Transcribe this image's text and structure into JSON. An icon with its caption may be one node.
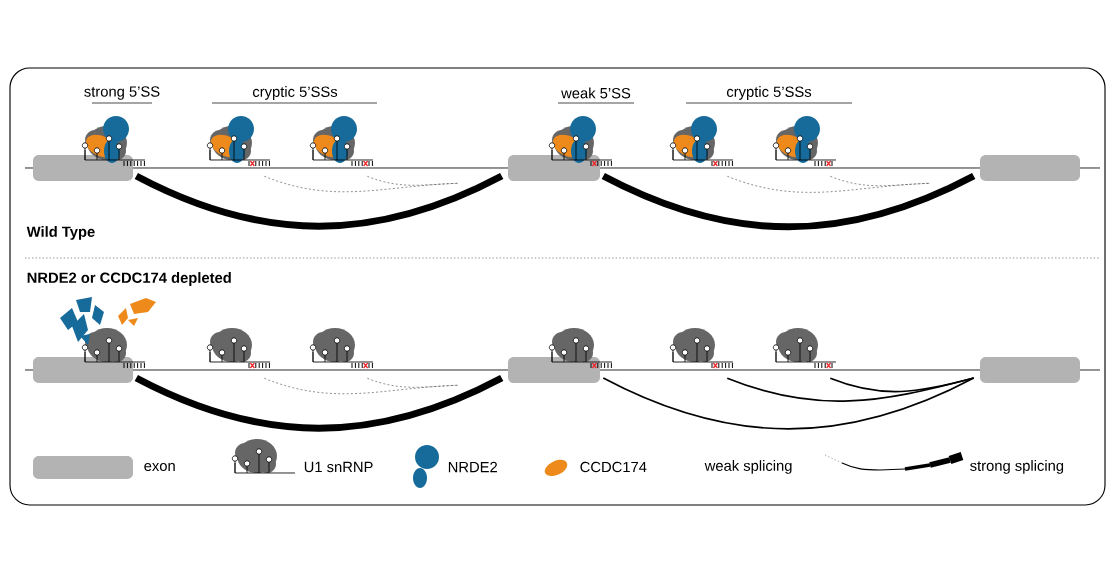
{
  "diagram": {
    "nodes": [
      {
        "text": [],
        "shape": "box"
      },
      {
        "text": [],
        "shape": "picture"
      },
      {
        "text": [],
        "shape": "picture"
      },
      {
        "text": [],
        "shape": "picture"
      },
      {
        "text": [],
        "shape": "box"
      },
      {
        "text": [],
        "shape": "picture"
      },
      {
        "text": [],
        "shape": "picture"
      },
      {
        "text": [],
        "shape": "picture"
      },
      {
        "text": [],
        "shape": "box"
      },
      {
        "text": [],
        "shape": "box"
      },
      {
        "text": [],
        "shape": "picture"
      },
      {
        "text": [],
        "shape": "picture"
      },
      {
        "text": [],
        "shape": "picture"
      },
      {
        "text": [],
        "shape": "box"
      },
      {
        "text": [],
        "shape": "picture"
      },
      {
        "text": [],
        "shape": "picture"
      },
      {
        "text": [],
        "shape": "picture"
      },
      {
        "text": [],
        "shape": "box"
      }
    ],
    "edges": [
      {
        "from": 0,
        "to": 4,
        "arrow": "none",
        "style": "thick"
      },
      {
        "from": 2,
        "to": 4,
        "arrow": "none",
        "style": "dashed"
      },
      {
        "from": 3,
        "to": 4,
        "arrow": "none",
        "style": "dashed"
      },
      {
        "from": 4,
        "to": 8,
        "arrow": "none",
        "style": "thick"
      },
      {
        "from": 6,
        "to": 8,
        "arrow": "none",
        "style": "dashed"
      },
      {
        "from": 7,
        "to": 8,
        "arrow": "none",
        "style": "dashed"
      },
      {
        "from": 9,
        "to": 13,
        "arrow": "none",
        "style": "thick"
      },
      {
        "from": 11,
        "to": 13,
        "arrow": "none",
        "style": "dashed"
      },
      {
        "from": 12,
        "to": 13,
        "arrow": "none",
        "style": "dashed"
      },
      {
        "from": 13,
        "to": 17,
        "arrow": "none"
      },
      {
        "from": 15,
        "to": 17,
        "arrow": "none"
      },
      {
        "from": 16,
        "to": 17,
        "arrow": "none"
      }
    ],
    "labels": [
      "strong 5’SS",
      "cryptic 5’SSs",
      "weak 5’SS",
      "cryptic 5’SSs",
      "Wild Type",
      "NRDE2 or CCDC174 depleted"
    ],
    "legend": [
      {
        "text": "exon",
        "color": "#b3b3b3"
      },
      {
        "text": "U1 snRNP"
      },
      {
        "text": "NRDE2",
        "color": "#176b9b"
      },
      {
        "text": "CCDC174",
        "color": "#ee8a1b"
      },
      {
        "text": "weak splicing"
      },
      {
        "text": "strong splicing"
      }
    ]
  }
}
